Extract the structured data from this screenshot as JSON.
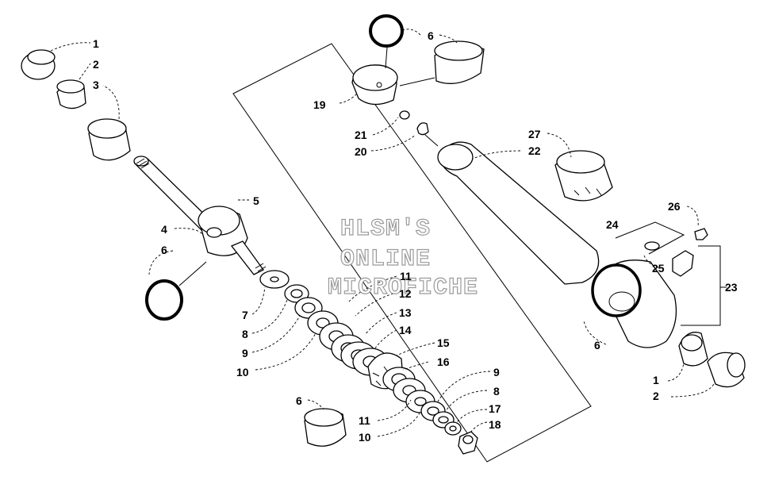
{
  "watermark": {
    "line1": "HLSM'S",
    "line2": "ONLINE",
    "line3": "MICROFICHE"
  },
  "callouts": [
    "1",
    "2",
    "3",
    "5",
    "4",
    "6",
    "7",
    "8",
    "9",
    "10",
    "11",
    "12",
    "13",
    "14",
    "15",
    "16",
    "9",
    "8",
    "17",
    "18",
    "6",
    "11",
    "10",
    "6",
    "19",
    "21",
    "20",
    "27",
    "22",
    "26",
    "24",
    "25",
    "23",
    "6",
    "1",
    "2"
  ]
}
